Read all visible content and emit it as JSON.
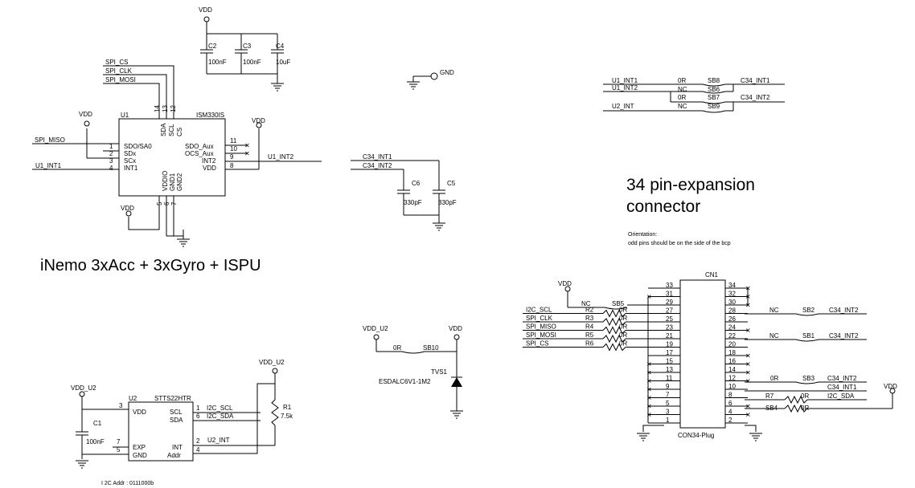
{
  "nets": {
    "vdd": "VDD",
    "vdd_u2": "VDD_U2",
    "gnd": "GND",
    "spi_cs": "SPI_CS",
    "spi_clk": "SPI_CLK",
    "spi_mosi": "SPI_MOSI",
    "spi_miso": "SPI_MISO",
    "u1_int1": "U1_INT1",
    "u1_int2": "U1_INT2",
    "u2_int": "U2_INT",
    "c34_int1": "C34_INT1",
    "c34_int2": "C34_INT2",
    "i2c_scl": "I2C_SCL",
    "i2c_sda": "I2C_SDA"
  },
  "u1": {
    "ref": "U1",
    "part": "ISM330IS",
    "left_pins": [
      {
        "num": "1",
        "name": "SDO/SA0"
      },
      {
        "num": "2",
        "name": "SDx"
      },
      {
        "num": "3",
        "name": "SCx"
      },
      {
        "num": "4",
        "name": "INT1"
      }
    ],
    "right_pins": [
      {
        "num": "11",
        "name": "SDO_Aux"
      },
      {
        "num": "10",
        "name": "OCS_Aux"
      },
      {
        "num": "9",
        "name": "INT2"
      },
      {
        "num": "8",
        "name": "VDD"
      }
    ],
    "top_pins": [
      {
        "num": "14",
        "name": "SDA"
      },
      {
        "num": "13",
        "name": "SCL"
      },
      {
        "num": "12",
        "name": "CS"
      }
    ],
    "bottom_pins": [
      {
        "num": "5",
        "name": "VDDIO"
      },
      {
        "num": "6",
        "name": "GND1"
      },
      {
        "num": "7",
        "name": "GND2"
      }
    ]
  },
  "decoupling": [
    {
      "ref": "C2",
      "value": "100nF"
    },
    {
      "ref": "C3",
      "value": "100nF"
    },
    {
      "ref": "C4",
      "value": "10uF"
    }
  ],
  "filter_caps": [
    {
      "ref": "C6",
      "value": "330pF"
    },
    {
      "ref": "C5",
      "value": "330pF"
    }
  ],
  "titles": {
    "imu": "iNemo 3xAcc + 3xGyro + ISPU",
    "conn_line1": "34 pin-expansion",
    "conn_line2": "connector",
    "orient_label": "Orientation:",
    "orient_text": "odd pins should be on the side of the bcp"
  },
  "solder_bridges": [
    {
      "left": "U1_INT1",
      "value": "0R",
      "ref": "SB8",
      "right": "C34_INT1"
    },
    {
      "left": "U1_INT2",
      "value": "NC",
      "ref": "SB6",
      "right": ""
    },
    {
      "left": "",
      "value": "0R",
      "ref": "SB7",
      "right": "C34_INT2"
    },
    {
      "left": "U2_INT",
      "value": "NC",
      "ref": "SB9",
      "right": ""
    }
  ],
  "tvs": {
    "ref": "TVS1",
    "part": "ESDALC6V1-1M2",
    "sb_value": "0R",
    "sb_ref": "SB10"
  },
  "u2": {
    "ref": "U2",
    "part": "STTS22HTR",
    "left_pins": [
      {
        "num": "3",
        "name": "VDD"
      },
      {
        "num": "7",
        "name": "EXP"
      },
      {
        "num": "5",
        "name": "GND"
      }
    ],
    "right_pins": [
      {
        "num": "1",
        "name": "SCL"
      },
      {
        "num": "6",
        "name": "SDA"
      },
      {
        "num": "2",
        "name": "INT"
      },
      {
        "num": "4",
        "name": "Addr"
      }
    ],
    "c1_ref": "C1",
    "c1_value": "100nF",
    "r1_ref": "R1",
    "r1_value": "7.5k",
    "i2c_addr": "I 2C  Addr :  0111000b"
  },
  "cn1": {
    "ref": "CN1",
    "part": "CON34-Plug",
    "left_pins": [
      "33",
      "31",
      "29",
      "27",
      "25",
      "23",
      "21",
      "19",
      "17",
      "15",
      "13",
      "11",
      "9",
      "7",
      "5",
      "3",
      "1"
    ],
    "right_pins": [
      "34",
      "32",
      "30",
      "28",
      "26",
      "24",
      "22",
      "20",
      "18",
      "16",
      "14",
      "12",
      "10",
      "8",
      "6",
      "4",
      "2"
    ],
    "left_nets": [
      {
        "net": "I2C_SCL",
        "ref": "R2",
        "value": "0R"
      },
      {
        "net": "SPI_CLK",
        "ref": "R3",
        "value": "0R"
      },
      {
        "net": "SPI_MISO",
        "ref": "R4",
        "value": "0R"
      },
      {
        "net": "SPI_MOSI",
        "ref": "R5",
        "value": "0R"
      },
      {
        "net": "SPI_CS",
        "ref": "R6",
        "value": "0R"
      }
    ],
    "sb5": {
      "value": "NC",
      "ref": "SB5"
    },
    "right_bridges": [
      {
        "value": "NC",
        "ref": "SB2",
        "net": "C34_INT2"
      },
      {
        "value": "NC",
        "ref": "SB1",
        "net": "C34_INT2"
      },
      {
        "value": "0R",
        "ref": "SB3",
        "net": "C34_INT2"
      }
    ],
    "pin10_net": "C34_INT1",
    "r7": {
      "ref": "R7",
      "value": "0R",
      "net": "I2C_SDA"
    },
    "sb4": {
      "ref": "SB4",
      "value": "0R"
    }
  }
}
